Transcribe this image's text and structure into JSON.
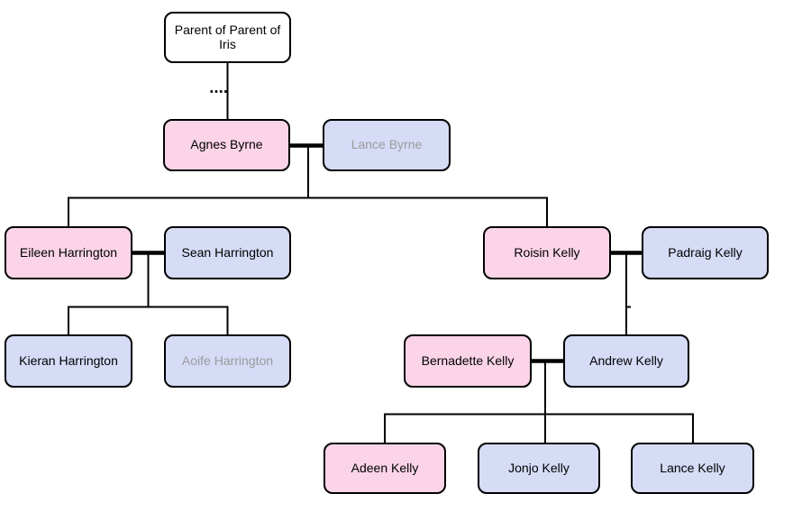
{
  "diagram": {
    "type": "family-tree",
    "colors": {
      "female_fill": "#FBD4E8",
      "male_fill": "#D6DBF6",
      "neutral_fill": "#FFFFFF",
      "border": "#000000",
      "line": "#000000",
      "text": "#000000",
      "muted_text": "#9B9B9B"
    },
    "nodes": {
      "parent_of_parent_of_iris": {
        "label": "Parent of Parent of Iris",
        "variant": "neutral",
        "muted": false
      },
      "agnes_byrne": {
        "label": "Agnes Byrne",
        "variant": "female",
        "muted": false
      },
      "lance_byrne": {
        "label": "Lance Byrne",
        "variant": "male",
        "muted": true
      },
      "eileen_harrington": {
        "label": "Eileen Harrington",
        "variant": "female",
        "muted": false
      },
      "sean_harrington": {
        "label": "Sean Harrington",
        "variant": "male",
        "muted": false
      },
      "roisin_kelly": {
        "label": "Roisin Kelly",
        "variant": "female",
        "muted": false
      },
      "padraig_kelly": {
        "label": "Padraig Kelly",
        "variant": "male",
        "muted": false
      },
      "kieran_harrington": {
        "label": "Kieran Harrington",
        "variant": "male",
        "muted": false
      },
      "aoife_harrington": {
        "label": "Aoife Harrington",
        "variant": "male",
        "muted": true
      },
      "bernadette_kelly": {
        "label": "Bernadette Kelly",
        "variant": "female",
        "muted": false
      },
      "andrew_kelly": {
        "label": "Andrew Kelly",
        "variant": "male",
        "muted": false
      },
      "adeen_kelly": {
        "label": "Adeen Kelly",
        "variant": "female",
        "muted": false
      },
      "jonjo_kelly": {
        "label": "Jonjo Kelly",
        "variant": "male",
        "muted": false
      },
      "lance_kelly": {
        "label": "Lance Kelly",
        "variant": "male",
        "muted": false
      }
    },
    "families": [
      {
        "parents": [
          "parent_of_parent_of_iris"
        ],
        "children": [
          "agnes_byrne"
        ],
        "link_style": "dotted-segment"
      },
      {
        "parents": [
          "agnes_byrne",
          "lance_byrne"
        ],
        "children": [
          "eileen_harrington",
          "roisin_kelly"
        ]
      },
      {
        "parents": [
          "eileen_harrington",
          "sean_harrington"
        ],
        "children": [
          "kieran_harrington",
          "aoife_harrington"
        ]
      },
      {
        "parents": [
          "roisin_kelly",
          "padraig_kelly"
        ],
        "children": [
          "andrew_kelly"
        ]
      },
      {
        "parents": [
          "bernadette_kelly",
          "andrew_kelly"
        ],
        "children": [
          "adeen_kelly",
          "jonjo_kelly",
          "lance_kelly"
        ]
      }
    ]
  }
}
